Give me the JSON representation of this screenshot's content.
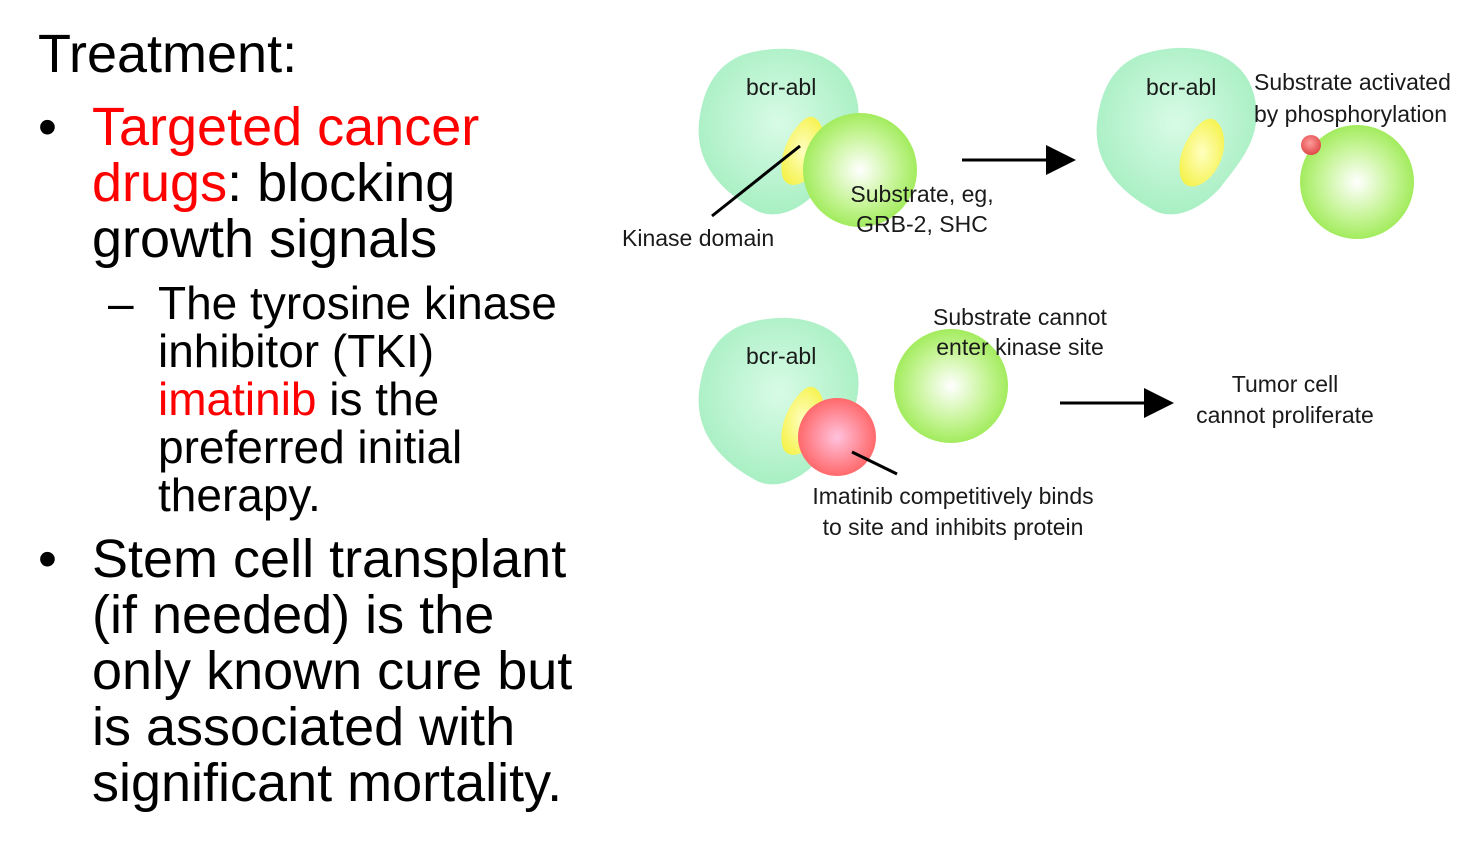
{
  "slide": {
    "heading": "Treatment:",
    "bullet1": {
      "marker": "•",
      "lines": [
        {
          "red": "Targeted cancer",
          "black": ""
        },
        {
          "red": "drugs",
          "black": ":  blocking"
        },
        {
          "red": "",
          "black": "growth signals"
        }
      ]
    },
    "sub1": {
      "marker": "–",
      "line1": "The tyrosine kinase",
      "line2": "inhibitor (TKI)",
      "line3_red": "imatinib",
      "line3_black": " is the",
      "line4": "preferred initial",
      "line5": "therapy."
    },
    "bullet2": {
      "marker": "•",
      "lines": [
        "Stem cell transplant",
        "(if needed) is the",
        "only known cure but",
        "is associated with",
        "significant mortality."
      ]
    }
  },
  "diagram": {
    "colors": {
      "protein": "#b0f0c8",
      "kinase_domain": "#ffff66",
      "substrate": "#aaee66",
      "imatinib": "#ff6f6f",
      "phosphate": "#ee5555"
    },
    "panel1": {
      "protein_label": "bcr-abl",
      "kinase_label": "Kinase domain",
      "substrate_label_1": "Substrate, eg,",
      "substrate_label_2": "GRB-2, SHC"
    },
    "panel2": {
      "protein_label": "bcr-abl",
      "result_label_1": "Substrate activated",
      "result_label_2": "by phosphorylation"
    },
    "panel3": {
      "protein_label": "bcr-abl",
      "substrate_label_1": "Substrate cannot",
      "substrate_label_2": "enter kinase site",
      "imatinib_label_1": "Imatinib competitively binds",
      "imatinib_label_2": "to site and inhibits protein",
      "outcome_label_1": "Tumor cell",
      "outcome_label_2": "cannot proliferate"
    }
  }
}
